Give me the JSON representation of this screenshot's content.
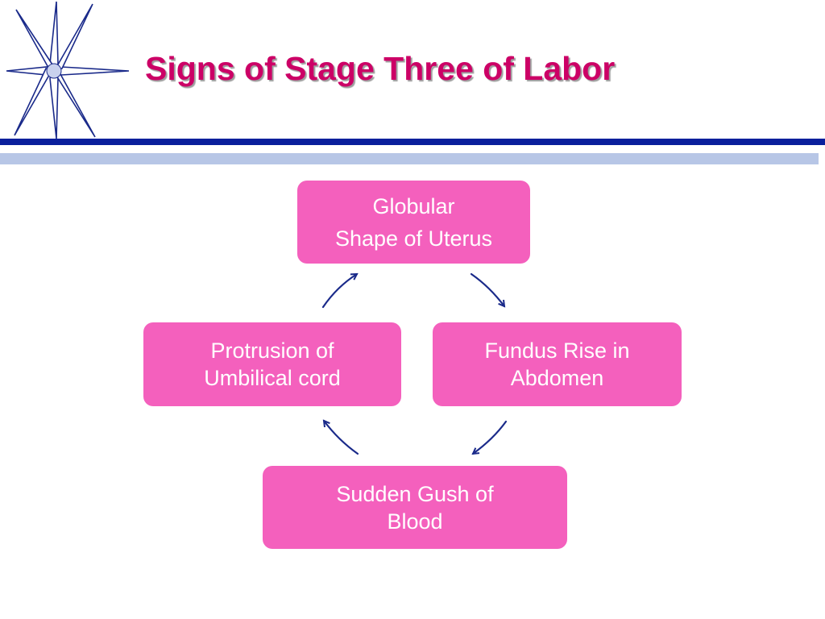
{
  "slide": {
    "title": "Signs of Stage Three of Labor"
  },
  "cycle": {
    "nodes": [
      {
        "id": "top",
        "lines": [
          "Globular",
          "Shape of Uterus"
        ]
      },
      {
        "id": "right",
        "lines": [
          "Fundus Rise in",
          "Abdomen"
        ]
      },
      {
        "id": "bottom",
        "lines": [
          "Sudden Gush of",
          "Blood"
        ]
      },
      {
        "id": "left",
        "lines": [
          "Protrusion of",
          "Umbilical cord"
        ]
      }
    ],
    "direction": "clockwise"
  },
  "colors": {
    "title": "#cc0066",
    "box_fill": "#f460bd",
    "box_text": "#ffffff",
    "arrow": "#1a2a8a",
    "rule_dark": "#0a1f9c",
    "rule_light": "#b7c6e6"
  },
  "icons": {
    "decoration": "starburst-icon"
  }
}
